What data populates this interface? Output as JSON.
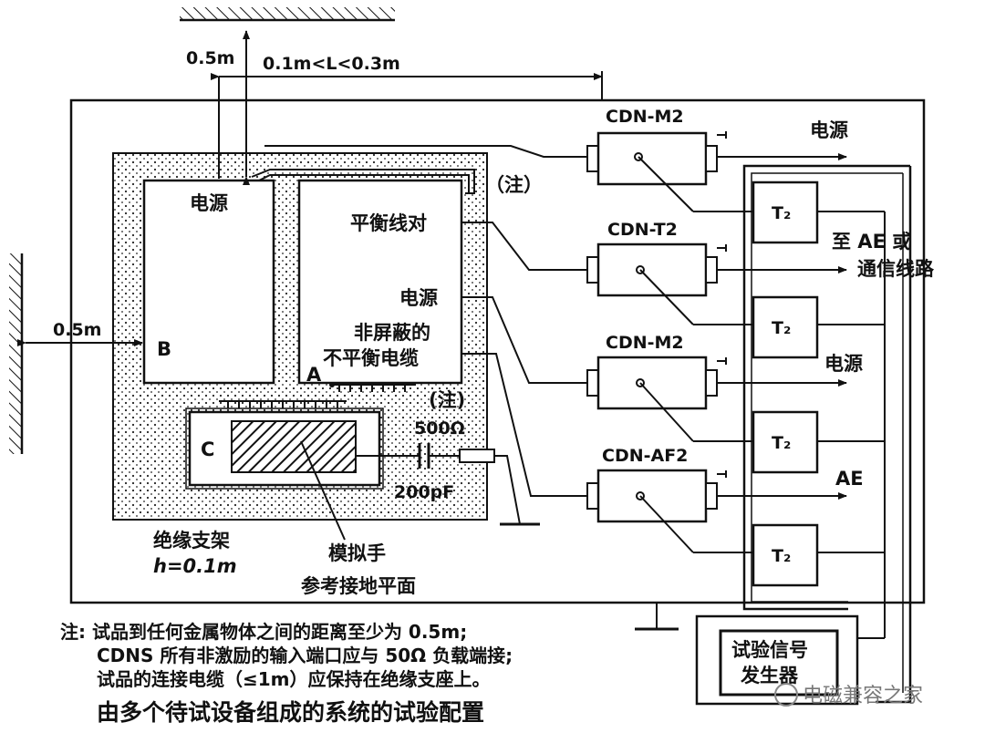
{
  "labels": {
    "dist_top": "0.5m",
    "dist_range": "0.1m<L<0.3m",
    "dist_left": "0.5m",
    "eut1_title": "电源",
    "eut1_point": "B",
    "eut2_balanced": "平衡线对",
    "eut2_power": "电源",
    "eut2_unshielded_1": "非屏蔽的",
    "eut2_unshielded_2": "不平衡电缆",
    "point_a": "A",
    "note_top": "（注）",
    "note_mid": "(注)",
    "box_c": "C",
    "resistor": "500Ω",
    "capacitor": "200pF",
    "hand": "模拟手",
    "support_1": "绝缘支架",
    "support_2": "h=0.1m",
    "ground_plane": "参考接地平面",
    "cdn1": "CDN-M2",
    "cdn2": "CDN-T2",
    "cdn3": "CDN-M2",
    "cdn4": "CDN-AF2",
    "t2": "T₂",
    "out1": "电源",
    "out2_line1": "至 AE 或",
    "out2_line2": "通信线路",
    "out3": "电源",
    "out4": "AE",
    "generator_1": "试验信号",
    "generator_2": "发生器"
  },
  "notes": [
    "注: 试品到任何金属物体之间的距离至少为 0.5m;",
    "CDNS 所有非激励的输入端口应与 50Ω 负载端接;",
    "试品的连接电缆（≤1m）应保持在绝缘支座上。"
  ],
  "caption": "由多个待试设备组成的系统的试验配置",
  "watermark": "电磁兼容之家"
}
